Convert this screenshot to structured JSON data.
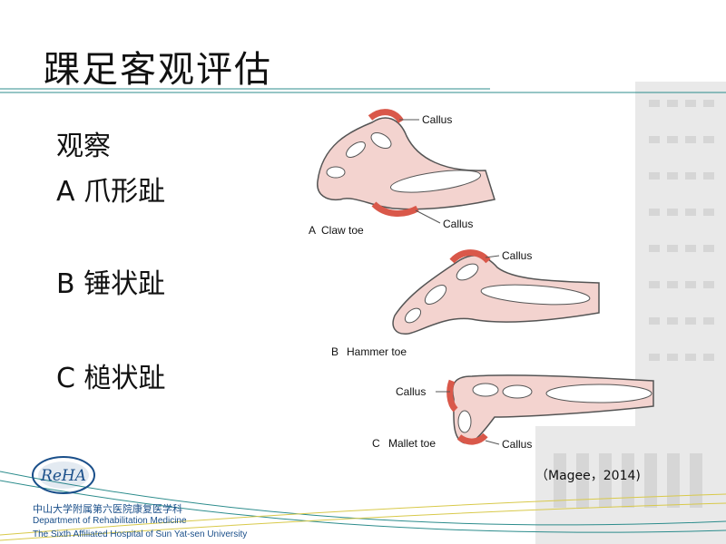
{
  "slide": {
    "title": "踝足客观评估",
    "heading": "观察",
    "items": [
      {
        "letter": "A",
        "text": "爪形趾"
      },
      {
        "letter": "B",
        "text": "锤状趾"
      },
      {
        "letter": "C",
        "text": "槌状趾"
      }
    ],
    "citation": "（Magee，2014)"
  },
  "figure": {
    "panels": [
      {
        "letter": "A",
        "caption": "Claw toe",
        "callus_labels": [
          "Callus",
          "Callus"
        ]
      },
      {
        "letter": "B",
        "caption": "Hammer toe",
        "callus_labels": [
          "Callus"
        ]
      },
      {
        "letter": "C",
        "caption": "Mallet toe",
        "callus_labels": [
          "Callus",
          "Callus"
        ]
      }
    ]
  },
  "footer": {
    "logo_text": "ReHA",
    "institution_cn": "中山大学附属第六医院康复医学科",
    "department_en": "Department of Rehabilitation Medicine",
    "hospital_en": "The Sixth Affiliated Hospital of Sun Yat-sen University"
  },
  "colors": {
    "accent_teal": "#2c8c8c",
    "callus_red": "#d9584a",
    "skin": "#f3d3cf",
    "bone": "#ffffff",
    "footer_blue": "#1a4f8a",
    "curve_yellow": "#d8c94a"
  }
}
